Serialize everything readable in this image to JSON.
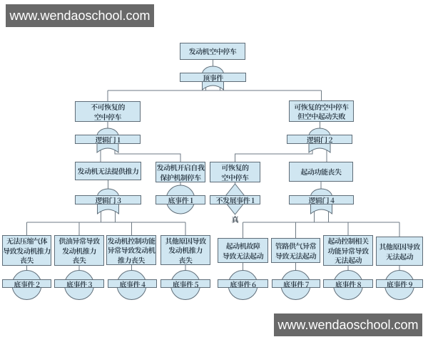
{
  "watermark": {
    "text": "www.wendaoschool.com"
  },
  "colors": {
    "node_fill": "#d0e6f1",
    "node_border": "#5f6d78",
    "connector": "#6e7a84",
    "text": "#22303c",
    "watermark_bg": "#696969",
    "watermark_text": "#ffffff",
    "background": "#ffffff"
  },
  "tree": {
    "top": {
      "box": "发动机空中停车",
      "gate": "顶事件"
    },
    "level2": {
      "left_box": "不可恢复的\n空中停车",
      "left_gate": "逻辑门 1",
      "right_box": "可恢复的空中停车\n但空中起动失败",
      "right_gate": "逻辑门 2"
    },
    "level3": {
      "a1_box": "发动机无法提供推力",
      "a1_gate": "逻辑门 3",
      "a2_box": "发动机开启自我\n保护机制停车",
      "a2_event": "底事件 1",
      "b1_box": "可恢复的\n空中停车",
      "b1_undeveloped": "不发展事件 1",
      "b1_condition": "真",
      "b2_box": "起动功能丧失",
      "b2_gate": "逻辑门 4"
    },
    "basic_events": [
      {
        "cause": "无法压缩气体\n导致发动机推力\n丧失",
        "label": "底事件 2"
      },
      {
        "cause": "供油异常导致\n发动机推力\n丧失",
        "label": "底事件 3"
      },
      {
        "cause": "发动机控制功能\n异常导致发动机\n推力丧失",
        "label": "底事件 4"
      },
      {
        "cause": "其他原因导致\n发动机推力\n丧失",
        "label": "底事件 5"
      },
      {
        "cause": "起动机故障\n导致无法起动",
        "label": "底事件 6"
      },
      {
        "cause": "管路供气异常\n导致无法起动",
        "label": "底事件 7"
      },
      {
        "cause": "起动控制相关\n功能异常导致\n无法起动",
        "label": "底事件 8"
      },
      {
        "cause": "其他原因导致\n无法起动",
        "label": "底事件 9"
      }
    ]
  }
}
